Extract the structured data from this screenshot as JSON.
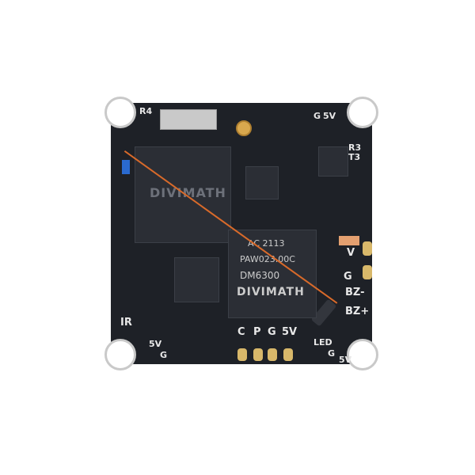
{
  "image": {
    "subject": "Flight controller circuit board",
    "background": "#ffffff",
    "board_color": "#1e2127",
    "pad_color": "#d8b86a",
    "wire_color": "#d86a2a"
  },
  "board": {
    "large_chip_left": {
      "brand": "DIVIMATH"
    },
    "large_chip_right": {
      "brand": "DIVIMATH",
      "lines": [
        "DM6300",
        "PAW023.00C",
        "AC 2113"
      ]
    },
    "labels": {
      "top_left": "R4",
      "top_right_1": "5V",
      "top_right_2": "G",
      "right_1": "R3",
      "right_2": "T3",
      "right_v": "V",
      "right_g": "G",
      "bz_minus": "BZ-",
      "bz_plus": "BZ+",
      "bottom_c": "C",
      "bottom_p": "P",
      "bottom_g": "G",
      "bottom_5v": "5V",
      "led": "LED",
      "bottom_right_g": "G",
      "bottom_right_5v": "5V",
      "ir": "IR",
      "bottom_left_5v": "5V",
      "bottom_left_g": "G"
    }
  }
}
